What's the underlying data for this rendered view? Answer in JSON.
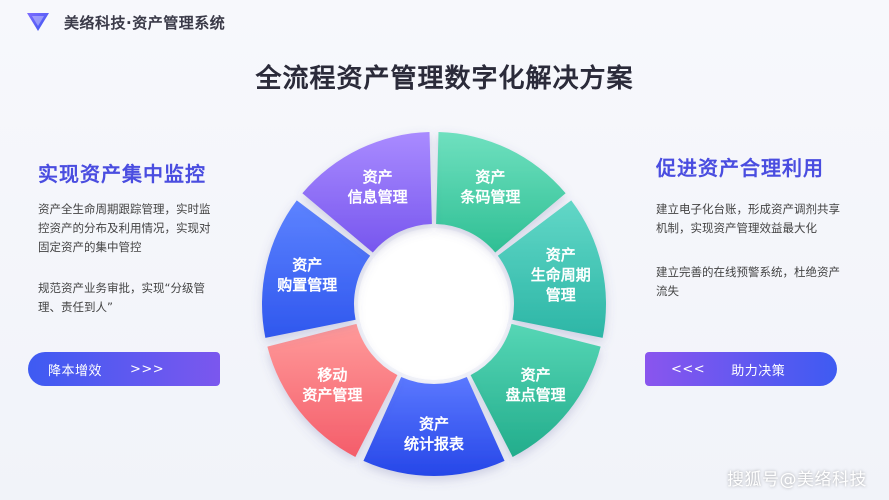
{
  "brand": {
    "name": "美络科技·资产管理系统"
  },
  "title": "全流程资产管理数字化解决方案",
  "left_panel": {
    "title": "实现资产集中监控",
    "paragraphs": [
      "资产全生命周期跟踪管理，实时监控资产的分布及利用情况，实现对固定资产的集中管控",
      "规范资产业务审批，实现“分级管理、责任到人”"
    ],
    "pill_label": "降本增效",
    "pill_arrows": ">>>"
  },
  "right_panel": {
    "title": "促进资产合理利用",
    "paragraphs": [
      "建立电子化台账，形成资产调剂共享机制，实现资产管理效益最大化",
      "建立完善的在线预警系统，杜绝资产流失"
    ],
    "pill_arrows": "<<<",
    "pill_label": "助力决策"
  },
  "segments": [
    {
      "lines": [
        "资产",
        "条码管理"
      ],
      "color_top": "#6fe0bf",
      "color_bottom": "#2fbf94"
    },
    {
      "lines": [
        "资产",
        "生命周期",
        "管理"
      ],
      "color_top": "#62d7c7",
      "color_bottom": "#2cb6a6"
    },
    {
      "lines": [
        "资产",
        "盘点管理"
      ],
      "color_top": "#56d6b5",
      "color_bottom": "#22ad8c"
    },
    {
      "lines": [
        "资产",
        "统计报表"
      ],
      "color_top": "#5b78ff",
      "color_bottom": "#2647e8"
    },
    {
      "lines": [
        "移动",
        "资产管理"
      ],
      "color_top": "#ff9a9a",
      "color_bottom": "#f45d6a"
    },
    {
      "lines": [
        "资产",
        "购置管理"
      ],
      "color_top": "#5d83ff",
      "color_bottom": "#2f57ee"
    },
    {
      "lines": [
        "资产",
        "信息管理"
      ],
      "color_top": "#a98bff",
      "color_bottom": "#7756ee"
    }
  ],
  "watermark": "搜狐号@美络科技"
}
